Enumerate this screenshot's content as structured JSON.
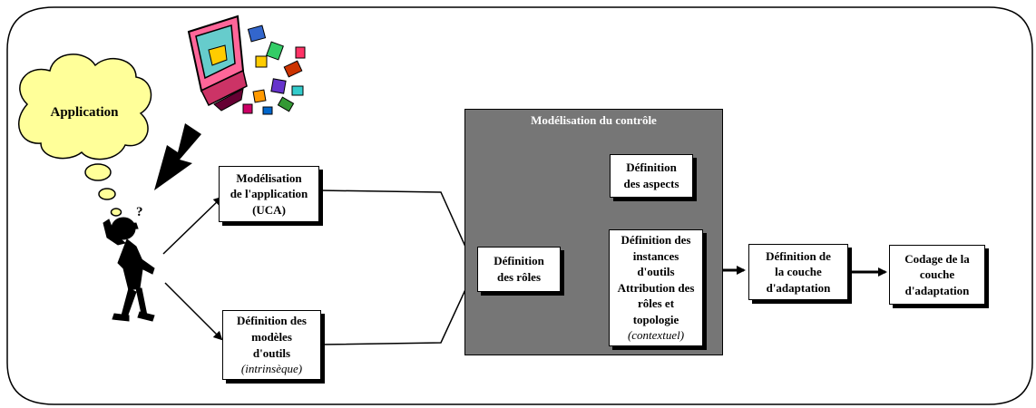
{
  "diagram": {
    "cloud": {
      "label": "Application"
    },
    "panel": {
      "title": "Modélisation du contrôle"
    },
    "boxes": {
      "app_model": {
        "lines": [
          "Modélisation",
          "de l'application",
          "(UCA)"
        ]
      },
      "tool_models": {
        "lines": [
          "Définition des",
          "modèles",
          "d'outils"
        ],
        "note": "(intrinsèque)"
      },
      "roles": {
        "lines": [
          "Définition",
          "des rôles"
        ]
      },
      "aspects": {
        "lines": [
          "Définition",
          "des aspects"
        ]
      },
      "instances": {
        "lines": [
          "Définition des",
          "instances",
          "d'outils",
          "Attribution des",
          "rôles et",
          "topologie"
        ],
        "note": "(contextuel)"
      },
      "adapt_layer": {
        "lines": [
          "Définition de",
          "la couche",
          "d'adaptation"
        ]
      },
      "coding": {
        "lines": [
          "Codage de la",
          "couche",
          "d'adaptation"
        ]
      }
    },
    "thinker": {
      "marks": "?"
    },
    "colors": {
      "cloud_fill": "#ffff99",
      "panel_fill": "#767676",
      "monitor_pink": "#ff6699",
      "screen": "#66cccc"
    }
  }
}
